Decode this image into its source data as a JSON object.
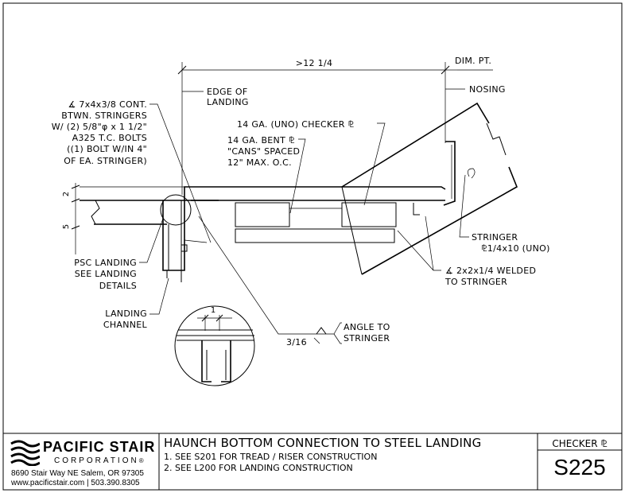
{
  "title_block": {
    "company_name": "PACIFIC STAIR",
    "company_sub": "CORPORATION",
    "registered": "®",
    "address": "8690 Stair Way NE Salem, OR 97305",
    "contact": "www.pacificstair.com  |  503.390.8305",
    "sheet_title": "HAUNCH BOTTOM CONNECTION TO STEEL LANDING",
    "note_1": "1. SEE S201 FOR TREAD / RISER CONSTRUCTION",
    "note_2": "2. SEE L200 FOR LANDING CONSTRUCTION",
    "tread_type": "CHECKER ⅊",
    "sheet_number": "S225"
  },
  "labels": {
    "dim_top": ">12 1/4",
    "dim_pt": "DIM. PT.",
    "edge_of": "EDGE OF",
    "landing": "LANDING",
    "nosing": "NOSING",
    "angle_cont_1": "∡ 7x4x3/8 CONT.",
    "angle_cont_2": "BTWN. STRINGERS",
    "angle_cont_3": "W/ (2) 5/8\"φ x 1 1/2\"",
    "angle_cont_4": "A325 T.C. BOLTS",
    "angle_cont_5": "((1) BOLT W/IN 4\"",
    "angle_cont_6": "OF EA. STRINGER)",
    "checker_1": "14 GA. (UNO) CHECKER ⅊",
    "bent_1": "14 GA. BENT ⅊",
    "bent_2": "\"CANS\" SPACED",
    "bent_3": "12\" MAX. O.C.",
    "dim_2": "2",
    "dim_5": "5",
    "dim_1": "1",
    "stringer_1": "STRINGER",
    "stringer_2": "⅊1/4x10 (UNO)",
    "welded_1": "∡ 2x2x1/4 WELDED",
    "welded_2": "TO STRINGER",
    "psc_1": "PSC LANDING",
    "psc_2": "SEE LANDING",
    "psc_3": "DETAILS",
    "channel_1": "LANDING",
    "channel_2": "CHANNEL",
    "weld_size": "3/16",
    "angle_to_1": "ANGLE TO",
    "angle_to_2": "STRINGER"
  }
}
